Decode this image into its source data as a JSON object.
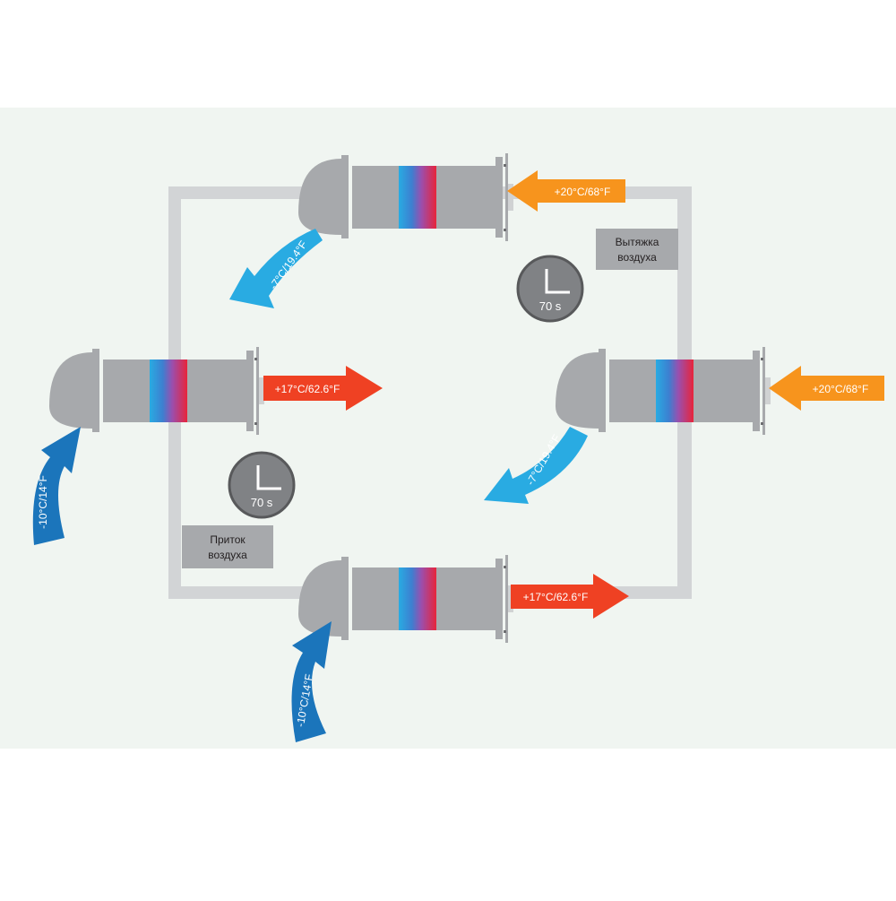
{
  "labels": {
    "supply": {
      "line1": "Приток",
      "line2": "воздуха"
    },
    "exhaust": {
      "line1": "Вытяжка",
      "line2": "воздуха"
    }
  },
  "timers": {
    "left": "70 s",
    "right": "70 s"
  },
  "temps": {
    "indoor": "+20°C/68°F",
    "outdoor": "-10°C/14°F",
    "exhaust_out": "-7°C/19.4°F",
    "supply_in": "+17°C/62.6°F"
  },
  "colors": {
    "background": "#f0f5f1",
    "duct": "#d2d4d6",
    "unit": "#a7a9ac",
    "orange": "#f7941d",
    "red": "#ef4123",
    "blue": "#1b75bb",
    "cyan": "#29abe2",
    "clock": "#808285"
  }
}
